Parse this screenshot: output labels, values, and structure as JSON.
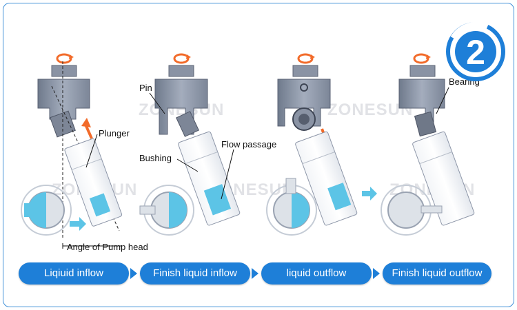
{
  "badge": {
    "number": "2"
  },
  "watermark": "ZONESUN",
  "labels": {
    "plunger": "Plunger",
    "pin": "Pin",
    "bushing": "Bushing",
    "flow_passage": "Flow passage",
    "bearing": "Bearing",
    "angle": "Angle of Pump head"
  },
  "steps": [
    {
      "label": "Liqiuid inflow"
    },
    {
      "label": "Finish liquid inflow"
    },
    {
      "label": "liquid outflow"
    },
    {
      "label": "Finish liquid outflow"
    }
  ],
  "colors": {
    "accent": "#1e7fd8",
    "arrow": "#f26b2a",
    "fluid": "#5cc4e6",
    "metal": "#8d96a8"
  }
}
